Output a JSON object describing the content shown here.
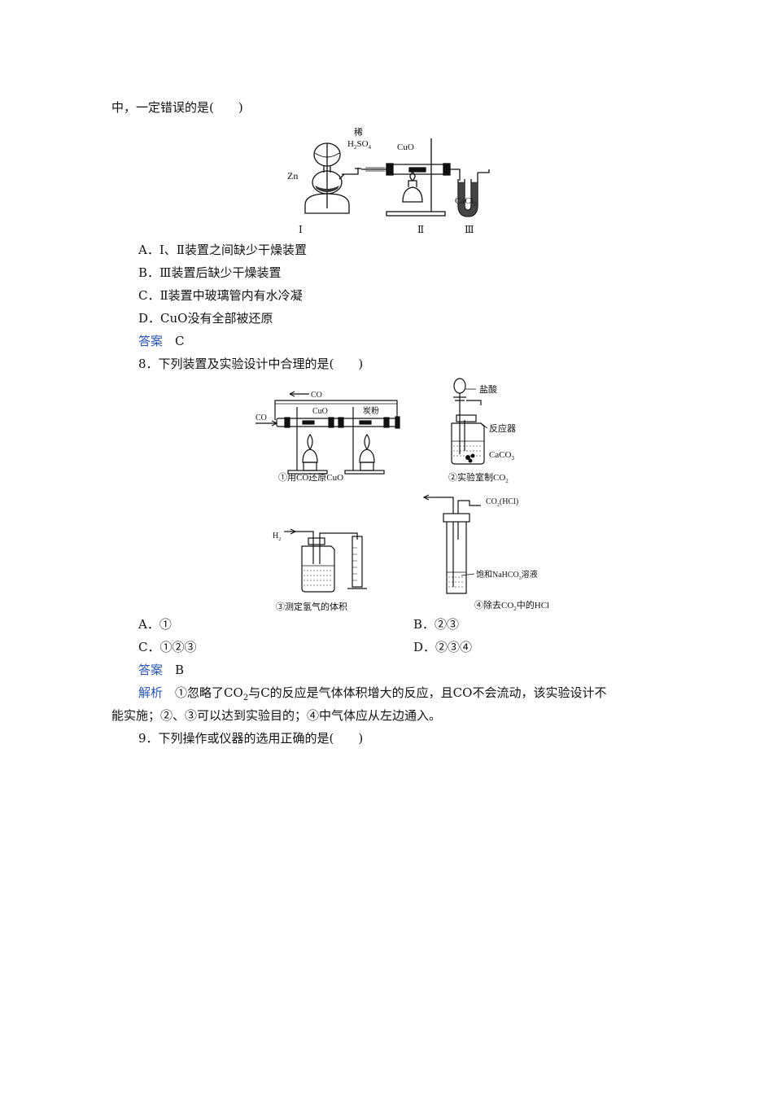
{
  "q7": {
    "intro": "中，一定错误的是(　　)",
    "figure": {
      "label_dilute": "稀",
      "label_acid": "H",
      "label_acid_sub1": "2",
      "label_acid_mid": "SO",
      "label_acid_sub2": "4",
      "label_zn": "Zn",
      "label_cuo": "CuO",
      "label_cacl": "CaCl",
      "label_cacl_sub": "2",
      "roman_1": "Ⅰ",
      "roman_2": "Ⅱ",
      "roman_3": "Ⅲ"
    },
    "options": [
      "A．Ⅰ、Ⅱ装置之间缺少干燥装置",
      "B．Ⅲ装置后缺少干燥装置",
      "C．Ⅱ装置中玻璃管内有水冷凝",
      "D．CuO没有全部被还原"
    ],
    "answer_label": "答案",
    "answer_value": "C"
  },
  "q8": {
    "stem": "8．下列装置及实验设计中合理的是(　　)",
    "fig1": {
      "arrow_top": "CO",
      "arrow_left": "CO",
      "label_cuo": "CuO",
      "label_carbon": "炭粉",
      "caption": "①用CO还原CuO"
    },
    "fig2": {
      "label_hcl": "盐酸",
      "label_reactor": "反应器",
      "label_caco": "CaCO",
      "label_caco_sub": "3",
      "caption": "②实验室制CO",
      "caption_sub": "2"
    },
    "fig3": {
      "label_h": "H",
      "label_h_sub": "2",
      "caption": "③测定氢气的体积"
    },
    "fig4": {
      "label_co2": "CO",
      "label_co2_sub": "2",
      "label_co2_rest": "(HCl)",
      "label_nahco3_pre": "饱和NaHCO",
      "label_nahco3_sub": "3",
      "label_nahco3_post": "溶液",
      "caption_pre": "④除去CO",
      "caption_sub": "2",
      "caption_post": "中的HCl"
    },
    "options": [
      "A．①",
      "B．②③",
      "C．①②③",
      "D．②③④"
    ],
    "answer_label": "答案",
    "answer_value": "B",
    "analysis_label": "解析",
    "analysis_line1_pre": "①忽略了CO",
    "analysis_line1_sub": "2",
    "analysis_line1_post": "与C的反应是气体体积增大的反应，且CO不会流动，该实验设计不",
    "analysis_line2": "能实施；②、③可以达到实验目的；④中气体应从左边通入。"
  },
  "q9": {
    "stem": "9．下列操作或仪器的选用正确的是(　　)"
  }
}
